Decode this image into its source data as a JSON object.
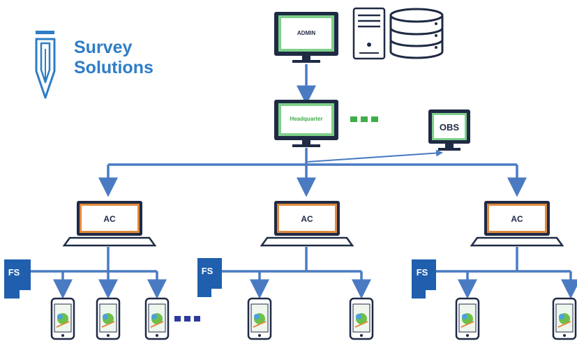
{
  "logo": {
    "line1": "Survey",
    "line2": "Solutions",
    "color": "#2e7dc6"
  },
  "nodes": {
    "admin": "ADMIN",
    "headquarter": "Headquarter",
    "obs": "OBS",
    "ac_left": "AC",
    "ac_center": "AC",
    "ac_right": "AC",
    "fs_left": "FS",
    "fs_center": "FS",
    "fs_right": "FS"
  },
  "colors": {
    "connector": "#4a7bc2",
    "monitor_frame": "#1f2a44",
    "monitor_screen": "#7ed08a",
    "laptop_screen_border": "#e08a3c",
    "fs_tab": "#1f5fae",
    "ellipsis_green": "#3fae49",
    "ellipsis_blue": "#2c3a9e"
  },
  "icons": {
    "logo": "pencil-logo-icon",
    "server": "server-tower-icon",
    "database": "database-icon",
    "tablet": "tablet-icon"
  }
}
